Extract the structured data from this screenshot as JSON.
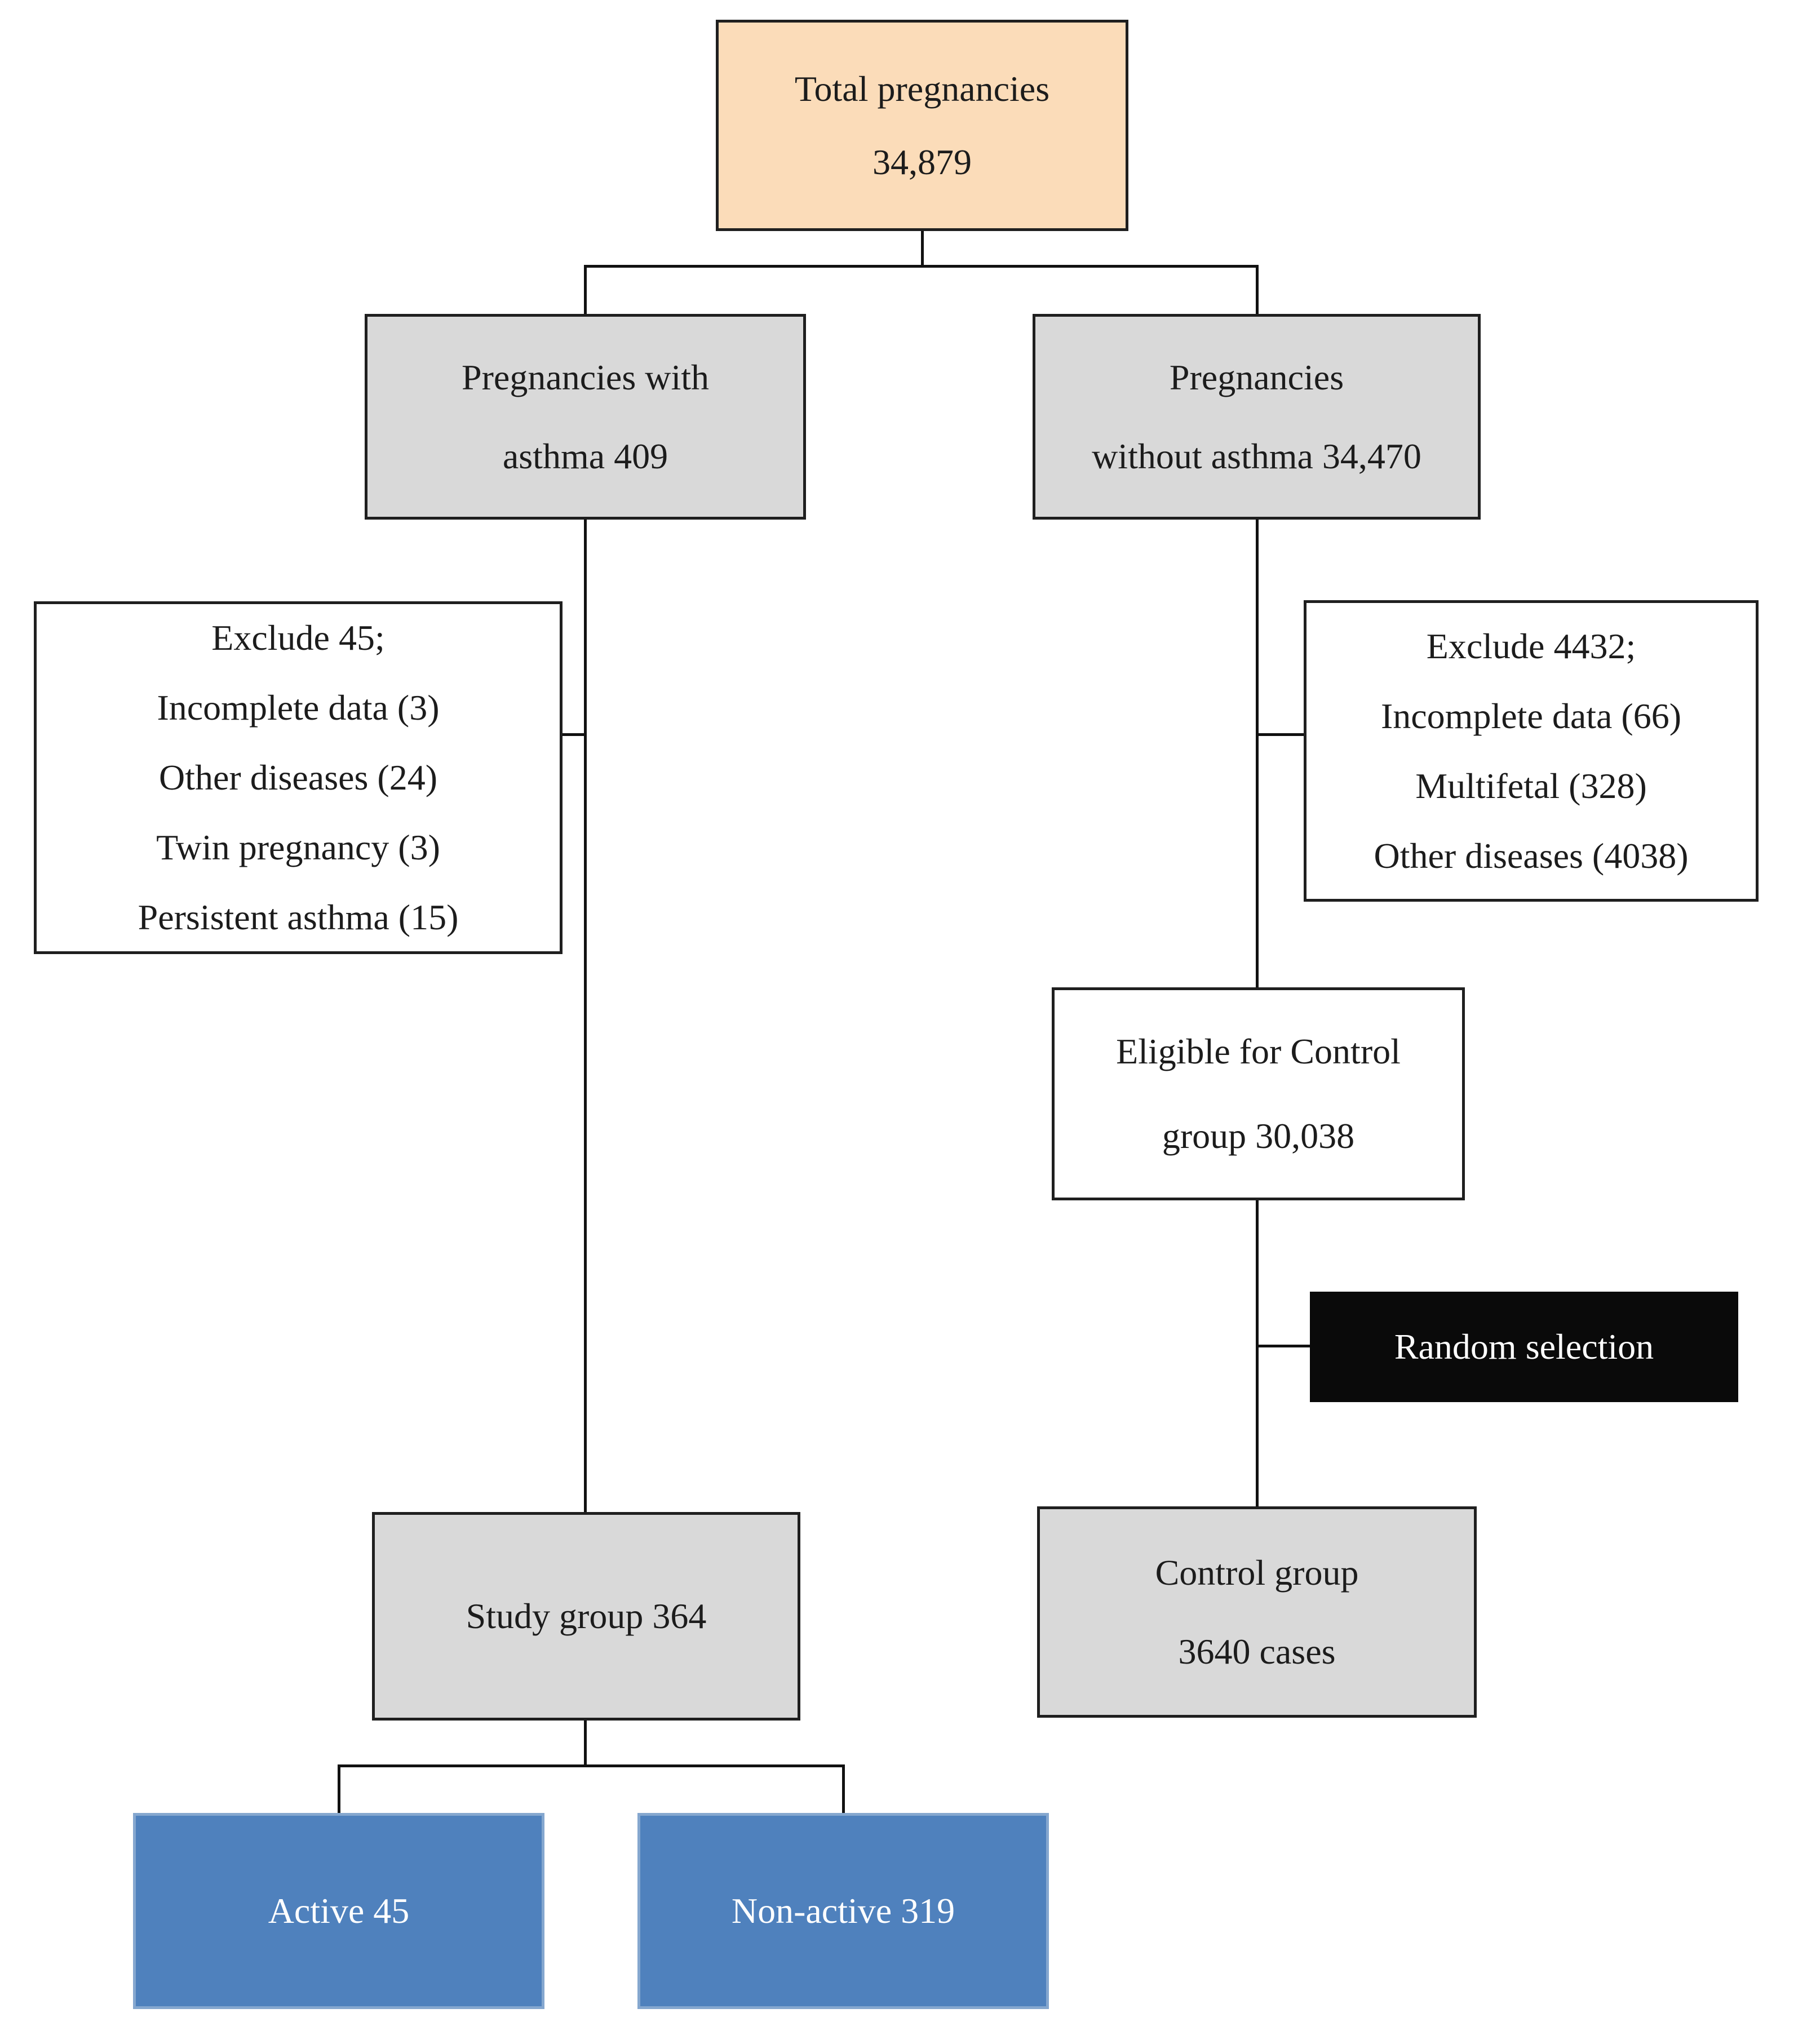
{
  "colors": {
    "page-bg": "#ffffff",
    "peach-fill": "#fbdcb9",
    "gray-fill": "#d9d9d9",
    "blue-fill": "#4f81bd",
    "blue-edge": "#85a7cf",
    "black-fill": "#0a0a0a",
    "white-fill": "#ffffff",
    "border": "#1f1f1f",
    "line": "#111111",
    "text-dark": "#1c1c1c",
    "text-light": "#ffffff"
  },
  "nodes": {
    "total": {
      "lines": [
        "Total pregnancies",
        "34,879"
      ]
    },
    "with_asthma": {
      "lines": [
        "Pregnancies with",
        "asthma 409"
      ]
    },
    "without_asthma": {
      "lines": [
        "Pregnancies",
        "without asthma 34,470"
      ]
    },
    "exclude_study": {
      "lines": [
        "Exclude 45;",
        "Incomplete data (3)",
        "Other diseases (24)",
        "Twin pregnancy (3)",
        "Persistent asthma (15)"
      ]
    },
    "exclude_control": {
      "lines": [
        "Exclude 4432;",
        "Incomplete data (66)",
        "Multifetal (328)",
        "Other diseases (4038)"
      ]
    },
    "eligible": {
      "lines": [
        "Eligible for Control",
        "group 30,038"
      ]
    },
    "random_selection": {
      "lines": [
        "Random selection"
      ]
    },
    "study_group": {
      "lines": [
        "Study group 364"
      ]
    },
    "control_group": {
      "lines": [
        "Control group",
        "3640 cases"
      ]
    },
    "active": {
      "lines": [
        "Active 45"
      ]
    },
    "non_active": {
      "lines": [
        "Non-active 319"
      ]
    }
  }
}
